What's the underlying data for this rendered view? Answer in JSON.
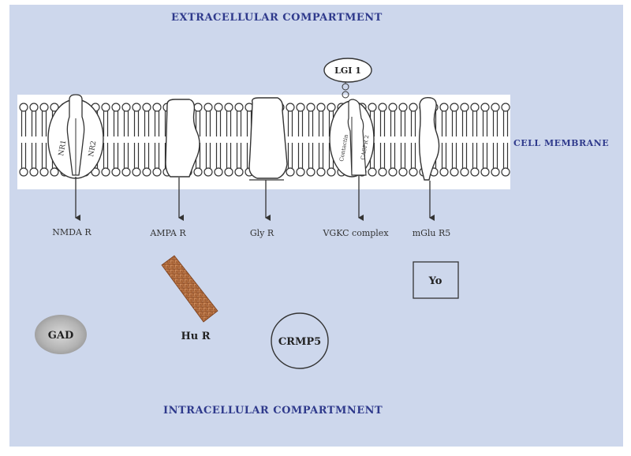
{
  "titles": {
    "extracellular": "EXTRACELLULAR  COMPARTMENT",
    "intracellular": "INTRACELLULAR  COMPARTMNENT",
    "membrane": "CELL MEMBRANE"
  },
  "receptors": {
    "nmda": {
      "label": "NMDA R",
      "sub1": "NR1",
      "sub2": "NR2"
    },
    "ampa": {
      "label": "AMPA R"
    },
    "gly": {
      "label": "Gly R"
    },
    "vgkc": {
      "label": "VGKC  complex",
      "sub1": "Contactin",
      "sub2": "CASPR 2"
    },
    "mglu": {
      "label": "mGlu R5"
    }
  },
  "antigens": {
    "lgi1": "LGI 1",
    "yo": "Yo",
    "gad": "GAD",
    "hu": "Hu R",
    "crmp5": "CRMP5"
  },
  "colors": {
    "background": "#cdd7ec",
    "membrane_band": "#ffffff",
    "title_text": "#2f3a8c",
    "line": "#333333"
  }
}
